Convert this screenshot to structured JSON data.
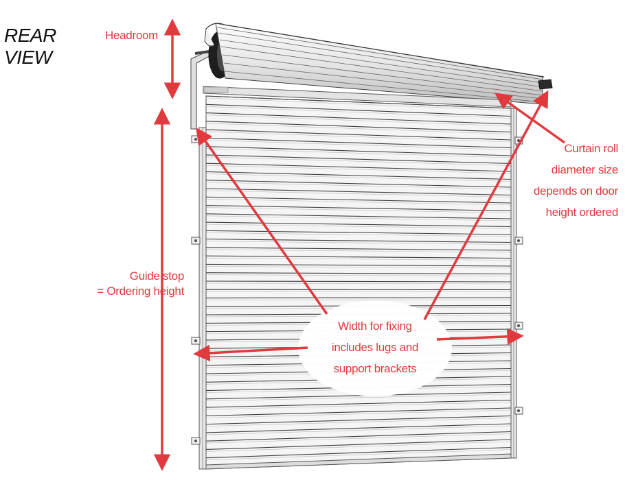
{
  "title": {
    "line1": "REAR",
    "line2": "VIEW"
  },
  "labels": {
    "headroom": "Headroom",
    "guide_stop": {
      "line1": "Guide stop",
      "line2": "= Ordering height"
    },
    "curtain_roll": {
      "line1": "Curtain roll",
      "line2": "diameter size",
      "line3": "depends on door",
      "line4": "height ordered"
    },
    "width": {
      "line1": "Width for fixing",
      "line2": "includes lugs and",
      "line3": "support brackets"
    }
  },
  "colors": {
    "annotation": "#e03a3e",
    "frame": "#5a5a5a",
    "slat": "#f4f4f4",
    "drum": "#2a2a2a"
  },
  "slats": {
    "count": 44
  }
}
